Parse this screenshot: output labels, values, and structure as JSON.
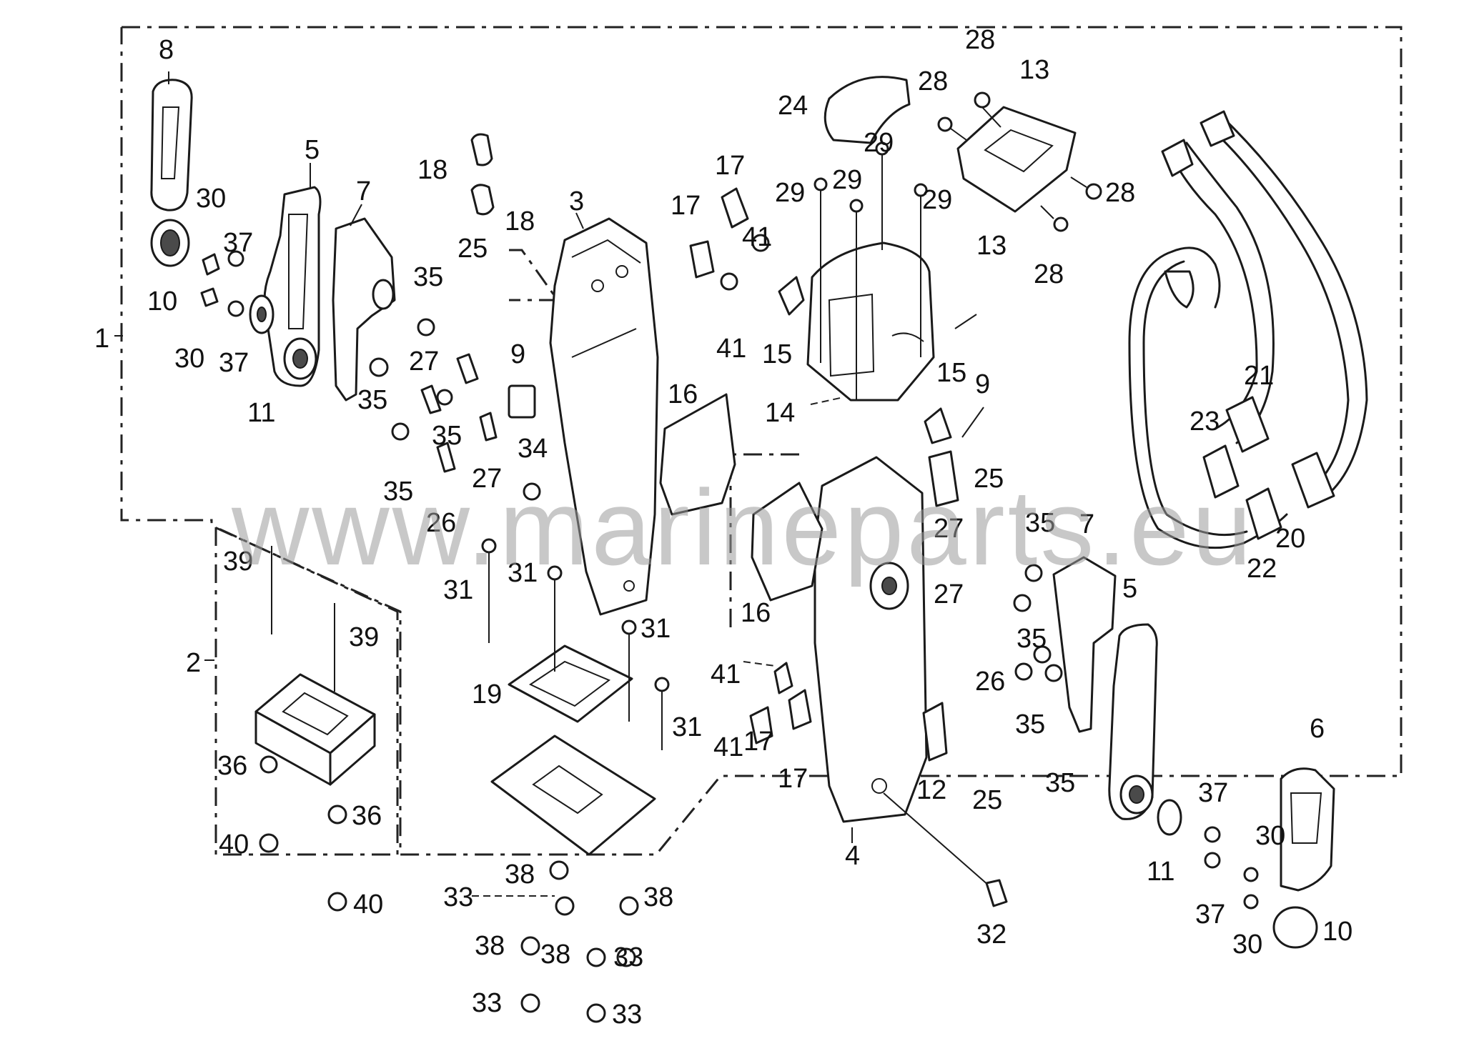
{
  "watermark": "www.marineparts.eu",
  "callouts": [
    "1",
    "2",
    "3",
    "4",
    "5",
    "5",
    "6",
    "7",
    "7",
    "8",
    "9",
    "9",
    "10",
    "10",
    "11",
    "11",
    "12",
    "13",
    "13",
    "14",
    "15",
    "15",
    "16",
    "16",
    "17",
    "17",
    "17",
    "17",
    "18",
    "18",
    "19",
    "20",
    "21",
    "22",
    "23",
    "24",
    "25",
    "25",
    "25",
    "26",
    "26",
    "27",
    "27",
    "27",
    "27",
    "28",
    "28",
    "28",
    "28",
    "29",
    "29",
    "29",
    "29",
    "30",
    "30",
    "30",
    "30",
    "31",
    "31",
    "31",
    "31",
    "32",
    "33",
    "33",
    "33",
    "33",
    "34",
    "35",
    "35",
    "35",
    "35",
    "35",
    "35",
    "35",
    "35",
    "36",
    "36",
    "37",
    "37",
    "37",
    "37",
    "38",
    "38",
    "38",
    "38",
    "39",
    "39",
    "40",
    "40",
    "41",
    "41",
    "41",
    "41"
  ]
}
